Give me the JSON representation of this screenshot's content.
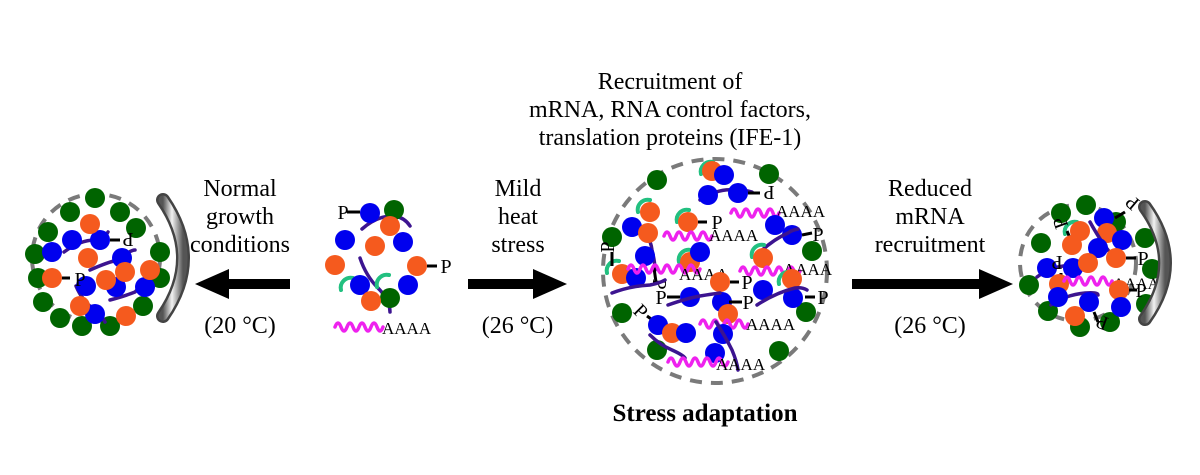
{
  "colors": {
    "green": "#006400",
    "blue": "#0000ee",
    "orange": "#f55a1e",
    "purple": "#3c1490",
    "magenta": "#ee22ee",
    "teal": "#22c080",
    "dash": "#7a7a7a",
    "membrane": "#666666"
  },
  "top_caption": {
    "lines": [
      "Recruitment of",
      "mRNA, RNA control factors,",
      "translation proteins (IFE-1)"
    ]
  },
  "arrows": [
    {
      "id": "normal",
      "direction": "left",
      "label_lines": [
        "Normal",
        "growth",
        "conditions"
      ],
      "temperature": "(20 °C)"
    },
    {
      "id": "mild-heat",
      "direction": "right",
      "label_lines": [
        "Mild",
        "heat",
        "stress"
      ],
      "temperature": "(26 °C)"
    },
    {
      "id": "reduced",
      "direction": "right",
      "label_lines": [
        "Reduced",
        "mRNA",
        "recruitment"
      ],
      "temperature": "(26 °C)"
    }
  ],
  "granules": [
    {
      "id": "normal-granule",
      "description": "Germ granule under normal growth, associated with nuclear envelope",
      "has_membrane": true
    },
    {
      "id": "free-components",
      "description": "Free cytoplasmic components",
      "has_membrane": false
    },
    {
      "id": "stress-granule",
      "description": "Enlarged granule under mild heat stress",
      "has_membrane": false
    },
    {
      "id": "reduced-granule",
      "description": "Granule with reduced mRNA recruitment, associated with nuclear envelope",
      "has_membrane": true
    }
  ],
  "molecule_labels": {
    "phospho": "P",
    "polyA": "AAAA"
  },
  "bottom_caption": "Stress adaptation"
}
